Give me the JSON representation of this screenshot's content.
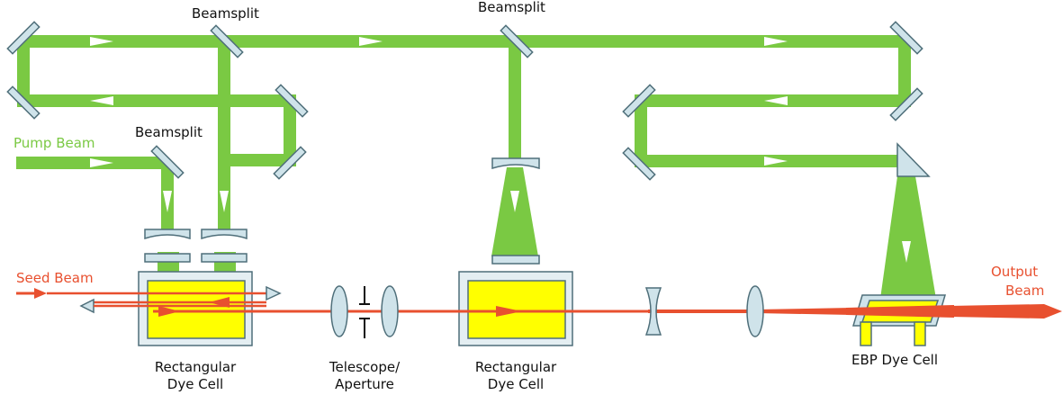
{
  "colors": {
    "pump": "#7ac943",
    "seed": "#e8502f",
    "optic_fill": "#cfe3ea",
    "optic_stroke": "#4f6f7a",
    "dye": "#ffff00",
    "cell_fill": "#e4eef2",
    "arrow": "#ffffff"
  },
  "labels": {
    "beamsplit_1": "Beamsplit",
    "beamsplit_2": "Beamsplit",
    "beamsplit_3": "Beamsplit",
    "pump_beam": "Pump Beam",
    "seed_beam": "Seed Beam",
    "output_beam_1": "Output",
    "output_beam_2": "Beam",
    "cell1_line1": "Rectangular",
    "cell1_line2": "Dye Cell",
    "telescope_line1": "Telescope/",
    "telescope_line2": "Aperture",
    "cell2_line1": "Rectangular",
    "cell2_line2": "Dye Cell",
    "ebp_cell": "EBP Dye Cell"
  },
  "icons": {
    "mirror": "mirror-icon",
    "lens": "lens-icon",
    "prism": "prism-icon",
    "aperture": "aperture-icon",
    "dye_cell": "dye-cell-icon"
  }
}
